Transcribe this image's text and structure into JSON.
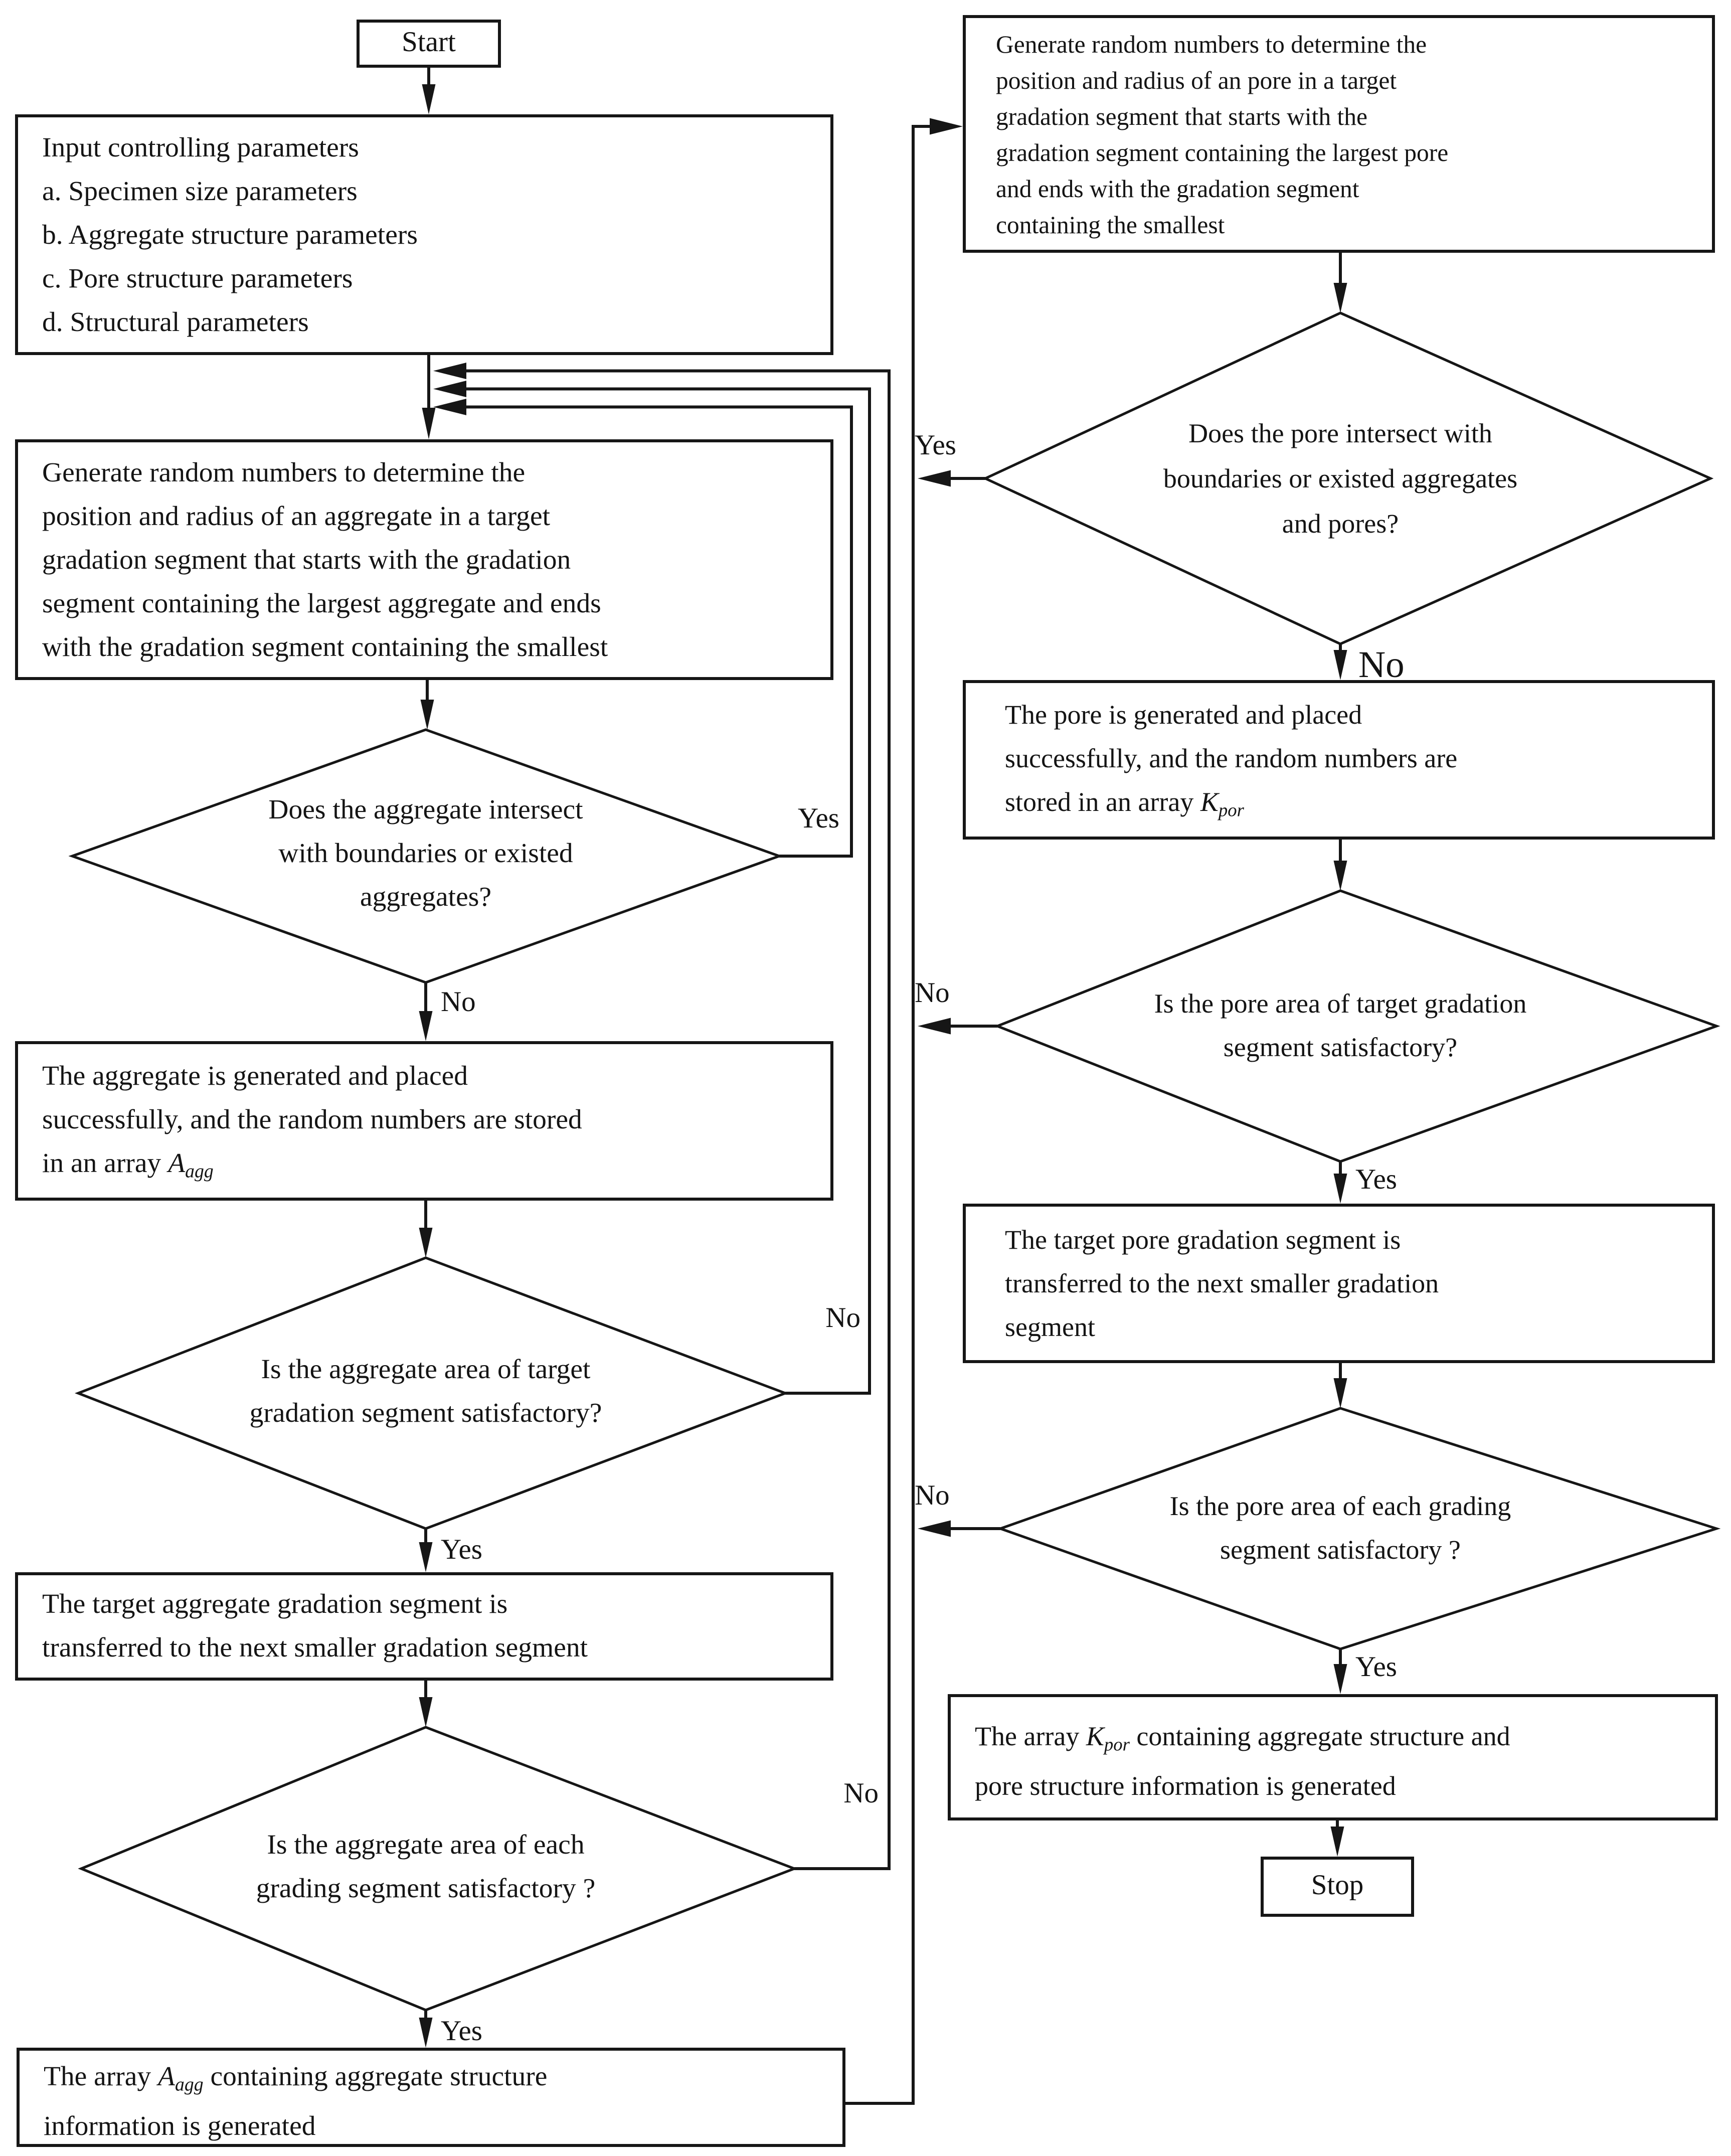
{
  "flow": {
    "start": {
      "label": "Start"
    },
    "input": {
      "lines": [
        "Input controlling parameters",
        "a. Specimen size parameters",
        "b. Aggregate structure parameters",
        "c. Pore structure parameters",
        "d. Structural parameters"
      ]
    },
    "gen_agg": {
      "lines": [
        "Generate random numbers to determine the",
        "position and radius of an aggregate in a target",
        "gradation segment that starts with the gradation",
        "segment containing the largest aggregate and ends",
        "with the gradation segment containing the smallest"
      ]
    },
    "d_agg_intersect": {
      "lines": [
        "Does the aggregate intersect",
        "with boundaries or existed",
        "aggregates?"
      ],
      "yes": "Yes",
      "no": "No"
    },
    "agg_placed": {
      "lines": [
        "The aggregate is generated and placed",
        "successfully, and the  random numbers are stored",
        "in an array "
      ],
      "var": "A",
      "sub": "agg"
    },
    "d_agg_target": {
      "lines": [
        "Is the aggregate area of target",
        "gradation segment satisfactory?"
      ],
      "yes": "Yes",
      "no": "No"
    },
    "agg_transfer": {
      "lines": [
        "The target aggregate gradation segment is",
        "transferred to the next smaller gradation segment"
      ]
    },
    "d_agg_each": {
      "lines": [
        "Is the aggregate area of each",
        "grading segment satisfactory ?"
      ],
      "yes": "Yes",
      "no": "No"
    },
    "agg_array": {
      "pre": "The array ",
      "var": "A",
      "sub": "agg",
      "post": " containing aggregate structure",
      "line2": "information is generated"
    },
    "gen_pore": {
      "lines": [
        "Generate random numbers to determine the",
        "position and radius of an pore in a target",
        "gradation segment that starts with the",
        "gradation segment containing the largest pore",
        "and ends with the gradation segment",
        "containing the smallest"
      ]
    },
    "d_pore_intersect": {
      "lines": [
        "Does the pore intersect with",
        "boundaries or existed aggregates",
        "and pores?"
      ],
      "yes": "Yes",
      "no": "No"
    },
    "pore_placed": {
      "lines": [
        "The pore is generated and placed",
        "successfully, and the  random numbers are",
        "stored in an array "
      ],
      "var": "K",
      "sub": "por"
    },
    "d_pore_target": {
      "lines": [
        "Is the pore area of target gradation",
        "segment satisfactory?"
      ],
      "yes": "Yes",
      "no": "No"
    },
    "pore_transfer": {
      "lines": [
        "The target pore gradation segment is",
        "transferred to the next smaller gradation",
        "segment"
      ]
    },
    "d_pore_each": {
      "lines": [
        "Is the pore area of each grading",
        "segment satisfactory ?"
      ],
      "yes": "Yes",
      "no": "No"
    },
    "pore_array": {
      "pre": "The array ",
      "var": "K",
      "sub": "por",
      "post": " containing aggregate structure and",
      "line2": "pore structure information is generated"
    },
    "stop": {
      "label": "Stop"
    }
  }
}
